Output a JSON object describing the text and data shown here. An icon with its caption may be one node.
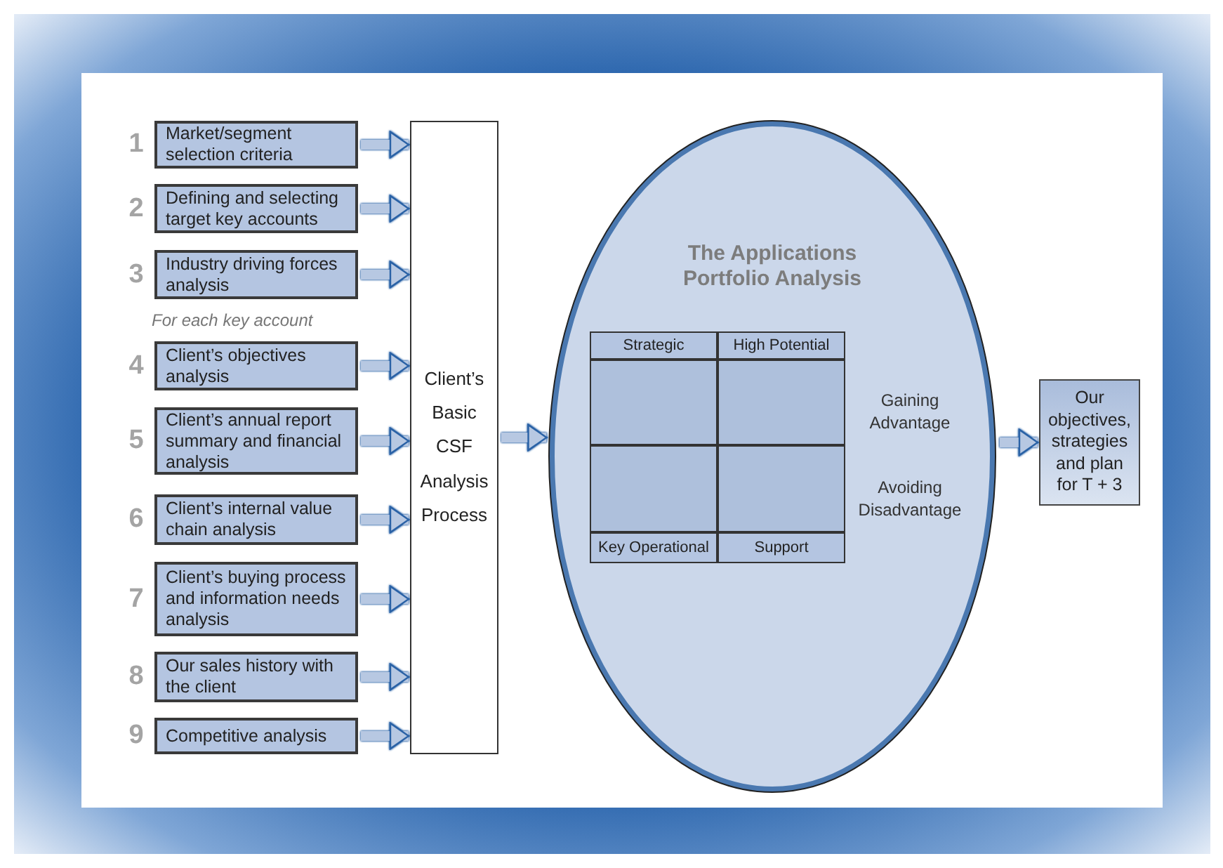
{
  "diagram": {
    "nodes": [
      {
        "text": [
          "Market/segment selection criteria"
        ],
        "beside": [
          "1"
        ]
      },
      {
        "text": [
          "Defining and selecting target key accounts"
        ],
        "beside": [
          "2"
        ]
      },
      {
        "text": [
          "Industry driving forces analysis"
        ],
        "beside": [
          "3"
        ]
      },
      {
        "text": [
          "Client’s objectives analysis"
        ],
        "beside": [
          "4"
        ]
      },
      {
        "text": [
          "Client’s annual report summary and financial analysis"
        ],
        "beside": [
          "5"
        ]
      },
      {
        "text": [
          "Client’s internal value chain analysis"
        ],
        "beside": [
          "6"
        ]
      },
      {
        "text": [
          "Client’s buying process and information needs analysis"
        ],
        "beside": [
          "7"
        ]
      },
      {
        "text": [
          "Our sales history with the client"
        ],
        "beside": [
          "8"
        ]
      },
      {
        "text": [
          "Competitive analysis"
        ],
        "beside": [
          "9"
        ]
      },
      {
        "text": [
          "Client’s Basic CSF Analysis Process"
        ]
      },
      {
        "text": [
          "The Applications Portfolio Analysis"
        ]
      },
      {
        "text": [
          "Strategic"
        ],
        "in": 10
      },
      {
        "text": [
          "High Potential"
        ],
        "in": 10
      },
      {
        "text": [],
        "shape": "box",
        "in": 10
      },
      {
        "text": [],
        "shape": "box",
        "in": 10
      },
      {
        "text": [],
        "shape": "box",
        "in": 10
      },
      {
        "text": [],
        "shape": "box",
        "in": 10
      },
      {
        "text": [
          "Key Operational"
        ],
        "in": 10
      },
      {
        "text": [
          "Support"
        ],
        "in": 10
      },
      {
        "text": [
          "Our objectives, strategies and plan for T + 3"
        ]
      }
    ],
    "edges": [
      {
        "from": 0,
        "to": 9,
        "arrow": "to"
      },
      {
        "from": 1,
        "to": 9,
        "arrow": "to"
      },
      {
        "from": 2,
        "to": 9,
        "arrow": "to"
      },
      {
        "from": 3,
        "to": 9,
        "arrow": "to"
      },
      {
        "from": 4,
        "to": 9,
        "arrow": "to"
      },
      {
        "from": 5,
        "to": 9,
        "arrow": "to"
      },
      {
        "from": 6,
        "to": 9,
        "arrow": "to"
      },
      {
        "from": 7,
        "to": 9,
        "arrow": "to"
      },
      {
        "from": 8,
        "to": 9,
        "arrow": "to"
      },
      {
        "from": 9,
        "to": 10,
        "arrow": "to"
      },
      {
        "from": 10,
        "to": 19,
        "arrow": "to"
      }
    ],
    "labels": [
      "For each key account",
      "Gaining Advantage",
      "Avoiding Disadvantage"
    ]
  }
}
